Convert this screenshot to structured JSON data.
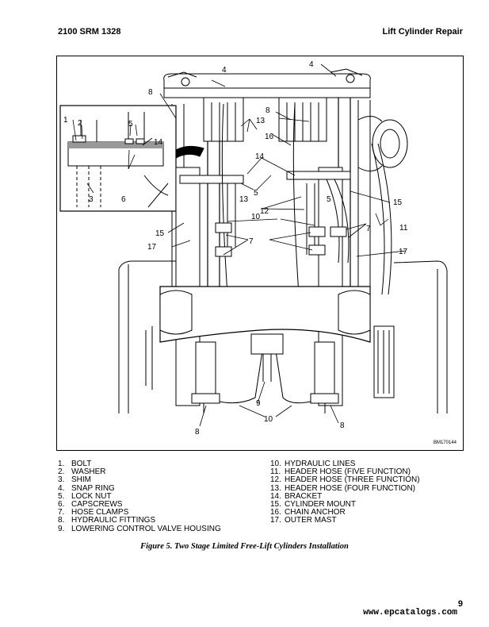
{
  "header": {
    "left": "2100 SRM 1328",
    "right": "Lift Cylinder Repair"
  },
  "figure": {
    "code": "BM170144",
    "callouts": [
      "1",
      "2",
      "3",
      "4",
      "4",
      "5",
      "5",
      "6",
      "7",
      "7",
      "8",
      "8",
      "8",
      "8",
      "9",
      "10",
      "10",
      "11",
      "12",
      "13",
      "13",
      "14",
      "14",
      "15",
      "15",
      "16",
      "17",
      "17"
    ]
  },
  "legend": {
    "left": [
      {
        "num": "1.",
        "text": "BOLT"
      },
      {
        "num": "2.",
        "text": "WASHER"
      },
      {
        "num": "3.",
        "text": "SHIM"
      },
      {
        "num": "4.",
        "text": "SNAP RING"
      },
      {
        "num": "5.",
        "text": "LOCK NUT"
      },
      {
        "num": "6.",
        "text": "CAPSCREWS"
      },
      {
        "num": "7.",
        "text": "HOSE CLAMPS"
      },
      {
        "num": "8.",
        "text": "HYDRAULIC FITTINGS"
      },
      {
        "num": "9.",
        "text": "LOWERING CONTROL VALVE HOUSING"
      }
    ],
    "right": [
      {
        "num": "10.",
        "text": "HYDRAULIC LINES"
      },
      {
        "num": "11.",
        "text": "HEADER HOSE (FIVE FUNCTION)"
      },
      {
        "num": "12.",
        "text": "HEADER HOSE (THREE FUNCTION)"
      },
      {
        "num": "13.",
        "text": "HEADER HOSE (FOUR FUNCTION)"
      },
      {
        "num": "14.",
        "text": "BRACKET"
      },
      {
        "num": "15.",
        "text": "CYLINDER MOUNT"
      },
      {
        "num": "16.",
        "text": "CHAIN ANCHOR"
      },
      {
        "num": "17.",
        "text": "OUTER MAST"
      }
    ]
  },
  "caption": "Figure 5. Two Stage Limited Free-Lift Cylinders Installation",
  "page_number": "9",
  "watermark": "www.epcatalogs.com"
}
